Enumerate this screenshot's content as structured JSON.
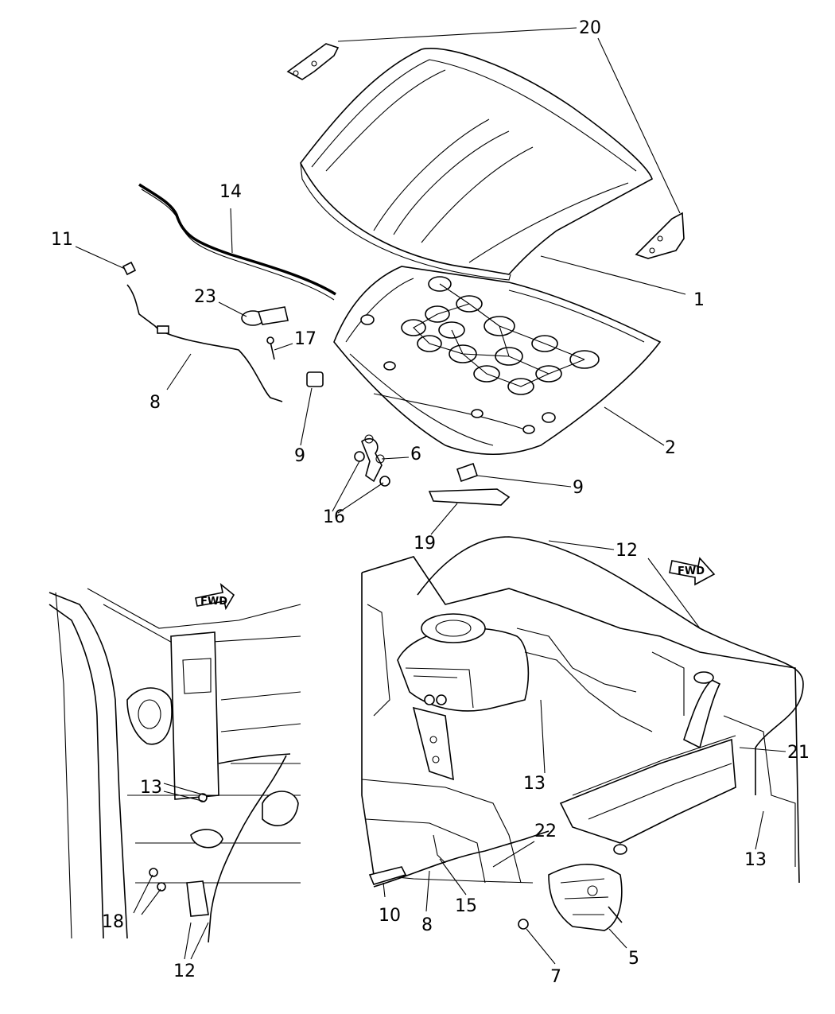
{
  "callouts": [
    {
      "id": "c20",
      "text": "20"
    },
    {
      "id": "c14",
      "text": "14"
    },
    {
      "id": "c11",
      "text": "11"
    },
    {
      "id": "c1",
      "text": "1"
    },
    {
      "id": "c23",
      "text": "23"
    },
    {
      "id": "c17",
      "text": "17"
    },
    {
      "id": "c8a",
      "text": "8"
    },
    {
      "id": "c9a",
      "text": "9"
    },
    {
      "id": "c2",
      "text": "2"
    },
    {
      "id": "c6",
      "text": "6"
    },
    {
      "id": "c9b",
      "text": "9"
    },
    {
      "id": "c16",
      "text": "16"
    },
    {
      "id": "c19",
      "text": "19"
    },
    {
      "id": "c12a",
      "text": "12"
    },
    {
      "id": "c21",
      "text": "21"
    },
    {
      "id": "c13a",
      "text": "13"
    },
    {
      "id": "c13b",
      "text": "13"
    },
    {
      "id": "c13c",
      "text": "13"
    },
    {
      "id": "c22",
      "text": "22"
    },
    {
      "id": "c18",
      "text": "18"
    },
    {
      "id": "c10",
      "text": "10"
    },
    {
      "id": "c8b",
      "text": "8"
    },
    {
      "id": "c15",
      "text": "15"
    },
    {
      "id": "c5",
      "text": "5"
    },
    {
      "id": "c12b",
      "text": "12"
    },
    {
      "id": "c7",
      "text": "7"
    }
  ],
  "direction_badges": [
    {
      "id": "fwd1",
      "text": "FWD"
    },
    {
      "id": "fwd2",
      "text": "FWD"
    }
  ]
}
